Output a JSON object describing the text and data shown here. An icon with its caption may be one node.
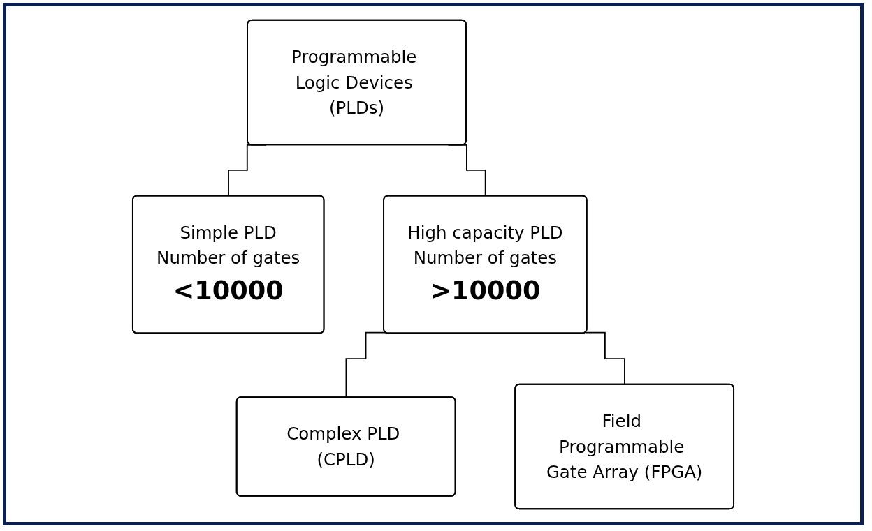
{
  "diagram": {
    "nodes": [
      {
        "text": [
          "Programmable Logic Devices (PLDs)"
        ]
      },
      {
        "text": [
          "Simple PLD",
          "Number of gates",
          "<10000"
        ]
      },
      {
        "text": [
          "High capacity PLD",
          "Number of gates",
          ">10000"
        ]
      },
      {
        "text": [
          "Complex PLD (CPLD)"
        ]
      },
      {
        "text": [
          "Field Programmable Gate Array (FPGA)"
        ]
      }
    ],
    "edges": [
      {
        "from": 0,
        "to": 1,
        "arrow": "none"
      },
      {
        "from": 0,
        "to": 2,
        "arrow": "none"
      },
      {
        "from": 2,
        "to": 3,
        "arrow": "none"
      },
      {
        "from": 2,
        "to": 4,
        "arrow": "none"
      }
    ]
  }
}
